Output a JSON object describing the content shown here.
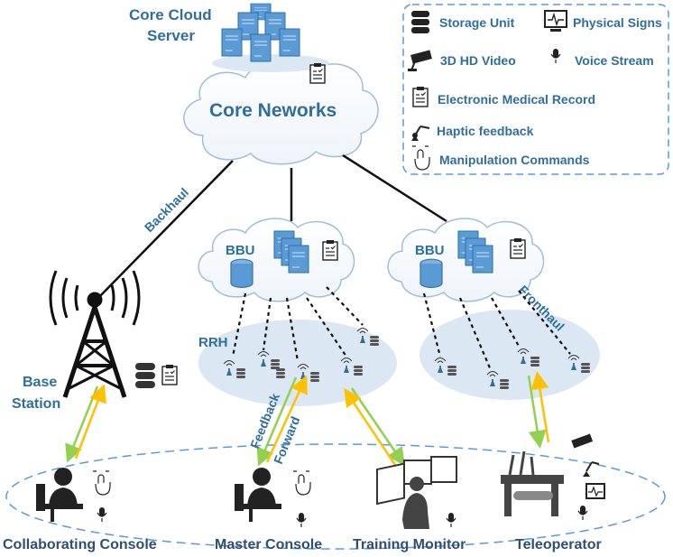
{
  "core": {
    "server_label_line1": "Core Cloud",
    "server_label_line2": "Server",
    "network_label": "Core Neworks"
  },
  "legend": {
    "storage_unit": "Storage Unit",
    "physical_signs": "Physical Signs",
    "hd_video": "3D HD Video",
    "voice_stream": "Voice Stream",
    "emr": "Electronic Medical Record",
    "haptic": "Haptic feedback",
    "manipulation": "Manipulation Commands"
  },
  "links": {
    "backhaul": "Backhaul",
    "fronthaul": "Fronthaul",
    "feedback": "Feedback",
    "forward": "Forward"
  },
  "bbu_left": "BBU",
  "bbu_right": "BBU",
  "rrh": "RRH",
  "base_station_line1": "Base",
  "base_station_line2": "Station",
  "consoles": {
    "collaborating": "Collaborating Console",
    "master": "Master Console",
    "training": "Training Monitor",
    "teleoperator": "Teleoperator"
  },
  "colors": {
    "accent": "#2e6f9e",
    "cloud_fill": "#ffffff",
    "rrh_fill": "#dbe8f4",
    "storage_blue": "#5b9bd5",
    "arrow_green": "#92d050",
    "arrow_yellow": "#ffc000"
  }
}
